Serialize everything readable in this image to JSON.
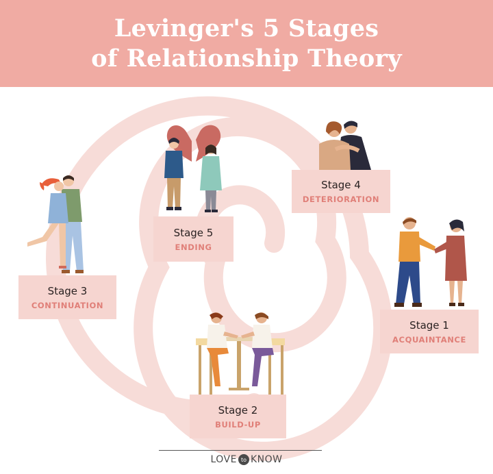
{
  "title": {
    "line1": "Levinger's 5 Stages",
    "line2": "of Relationship Theory"
  },
  "stages": [
    {
      "number": "Stage 1",
      "name": "ACQUAINTANCE",
      "icon": "handshake-couple-icon"
    },
    {
      "number": "Stage 2",
      "name": "BUILD-UP",
      "icon": "couple-at-table-icon"
    },
    {
      "number": "Stage 3",
      "name": "CONTINUATION",
      "icon": "kissing-couple-icon"
    },
    {
      "number": "Stage 4",
      "name": "DETERIORATION",
      "icon": "sad-couple-icon"
    },
    {
      "number": "Stage 5",
      "name": "ENDING",
      "icon": "broken-heart-couple-icon"
    }
  ],
  "footer": {
    "logo_left": "LOVE",
    "logo_mid": "to",
    "logo_right": "KNOW"
  },
  "colors": {
    "header": "#f0aba3",
    "card": "#f6d5d0",
    "stage_name": "#e07f78",
    "spiral": "#f7dcd8"
  }
}
